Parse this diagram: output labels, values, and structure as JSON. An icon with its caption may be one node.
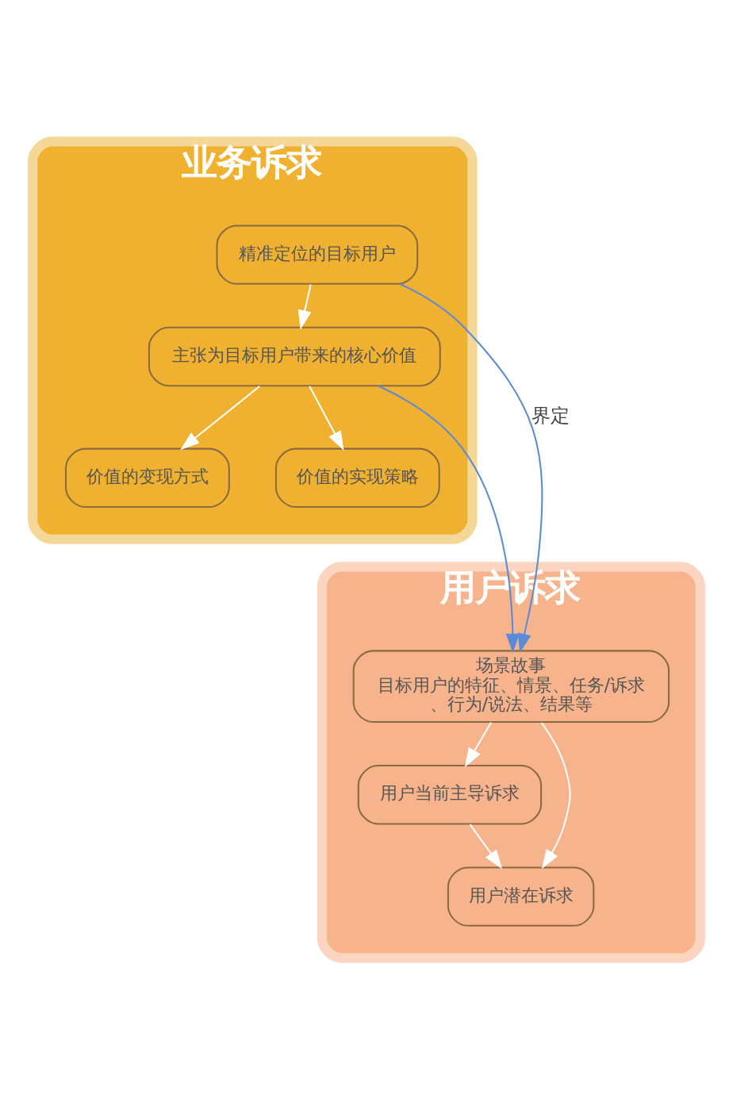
{
  "diagram": {
    "nodes": [
      {
        "text": [
          "业务诉求"
        ]
      },
      {
        "text": [
          "精准定位的目标用户"
        ],
        "in": 0
      },
      {
        "text": [
          "主张为目标用户带来的核心价值"
        ],
        "in": 0
      },
      {
        "text": [
          "价值的变现方式"
        ],
        "in": 0
      },
      {
        "text": [
          "价值的实现策略"
        ],
        "in": 0
      },
      {
        "text": [
          "用户诉求"
        ]
      },
      {
        "text": [
          "场景故事",
          "目标用户的特征、情景、任务/诉求、行为/说法、结果等"
        ],
        "in": 5
      },
      {
        "text": [
          "用户当前主导诉求"
        ],
        "in": 5
      },
      {
        "text": [
          "用户潜在诉求"
        ],
        "in": 5
      }
    ],
    "edges": [
      {
        "from": 1,
        "to": 2,
        "arrow": "to"
      },
      {
        "from": 2,
        "to": 3,
        "arrow": "to"
      },
      {
        "from": 2,
        "to": 4,
        "arrow": "to"
      },
      {
        "from": 1,
        "to": 6,
        "arrow": "to",
        "color": "#5b8bd6",
        "label": "界定"
      },
      {
        "from": 2,
        "to": 6,
        "arrow": "to",
        "color": "#5b8bd6"
      },
      {
        "from": 6,
        "to": 7,
        "arrow": "to"
      },
      {
        "from": 7,
        "to": 8,
        "arrow": "to"
      },
      {
        "from": 6,
        "to": 8,
        "arrow": "to"
      }
    ]
  }
}
